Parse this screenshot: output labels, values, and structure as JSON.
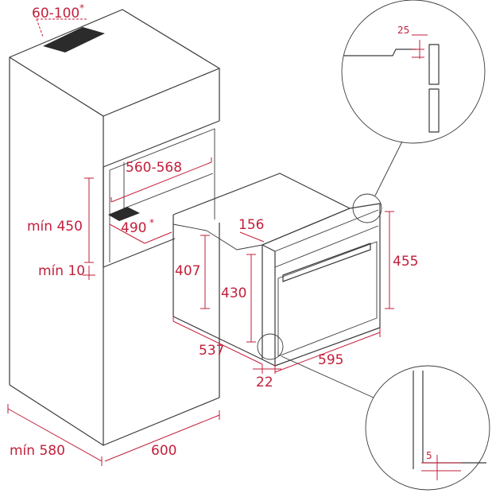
{
  "colors": {
    "outline": "#3a3a3a",
    "dimension": "#c21f3a",
    "vent": "#2b2b2b"
  },
  "labels": {
    "top_vent": "60-100",
    "top_vent_star": "*",
    "niche_width": "560-568",
    "niche_height": "mín 450",
    "niche_depth": "490",
    "niche_depth_star": "*",
    "bottom_gap": "mín 10",
    "cabinet_depth": "mín 580",
    "cabinet_width": "600",
    "oven_body_height": "407",
    "oven_inner_height": "430",
    "oven_front_offset": "156",
    "oven_height": "455",
    "oven_depth": "537",
    "oven_width": "595",
    "front_thickness": "22",
    "detail_top_gap": "25",
    "detail_bottom_gap": "5"
  }
}
